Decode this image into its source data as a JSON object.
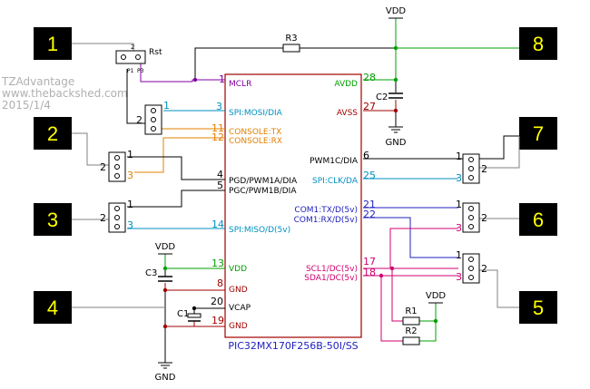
{
  "watermark": {
    "line1": "TZAdvantage",
    "line2": "www.thebackshed.com",
    "line3": "2015/1/4"
  },
  "connectors": {
    "c1": "1",
    "c2": "2",
    "c3": "3",
    "c4": "4",
    "c5": "5",
    "c6": "6",
    "c7": "7",
    "c8": "8"
  },
  "chip": {
    "name": "PIC32MX170F256B-50I/SS",
    "left_pins": [
      {
        "num": "1",
        "label": "MCLR"
      },
      {
        "num": "3",
        "label": "SPI:MOSI/DIA"
      },
      {
        "num": "11",
        "label": "CONSOLE:TX"
      },
      {
        "num": "12",
        "label": "CONSOLE:RX"
      },
      {
        "num": "4",
        "label": "PGD/PWM1A/DIA"
      },
      {
        "num": "5",
        "label": "PGC/PWM1B/DIA"
      },
      {
        "num": "14",
        "label": "SPI:MISO/D(5v)"
      },
      {
        "num": "13",
        "label": "VDD"
      },
      {
        "num": "8",
        "label": "GND"
      },
      {
        "num": "20",
        "label": "VCAP"
      },
      {
        "num": "19",
        "label": "GND"
      }
    ],
    "right_pins": [
      {
        "num": "28",
        "label": "AVDD"
      },
      {
        "num": "27",
        "label": "AVSS"
      },
      {
        "num": "6",
        "label": "PWM1C/DIA"
      },
      {
        "num": "25",
        "label": "SPI:CLK/DA"
      },
      {
        "num": "21",
        "label": "COM1:TX/D(5v)"
      },
      {
        "num": "22",
        "label": "COM1:RX/D(5v)"
      },
      {
        "num": "17",
        "label": "SCL1/DC(5v)"
      },
      {
        "num": "18",
        "label": "SDA1/DC(5v)"
      }
    ]
  },
  "parts": {
    "r3": "R3",
    "r1": "R1",
    "r2": "R2",
    "c1": "C1",
    "c2": "C2",
    "c3": "C3",
    "rst": "Rst",
    "rst_p1": "P1",
    "rst_p2": "2",
    "rst_p3": "P3",
    "vdd": "VDD",
    "gnd": "GND"
  },
  "header_pins": {
    "p1": "1",
    "p2": "2",
    "p3": "3"
  },
  "colors": {
    "black": "#000000",
    "green": "#00a000",
    "purple": "#8000a0",
    "cyan": "#0090c0",
    "orange": "#e08000",
    "blue": "#2020c0",
    "magenta": "#d00070",
    "darkred": "#a00000",
    "grey": "#808080",
    "yellow": "#ffff00"
  }
}
